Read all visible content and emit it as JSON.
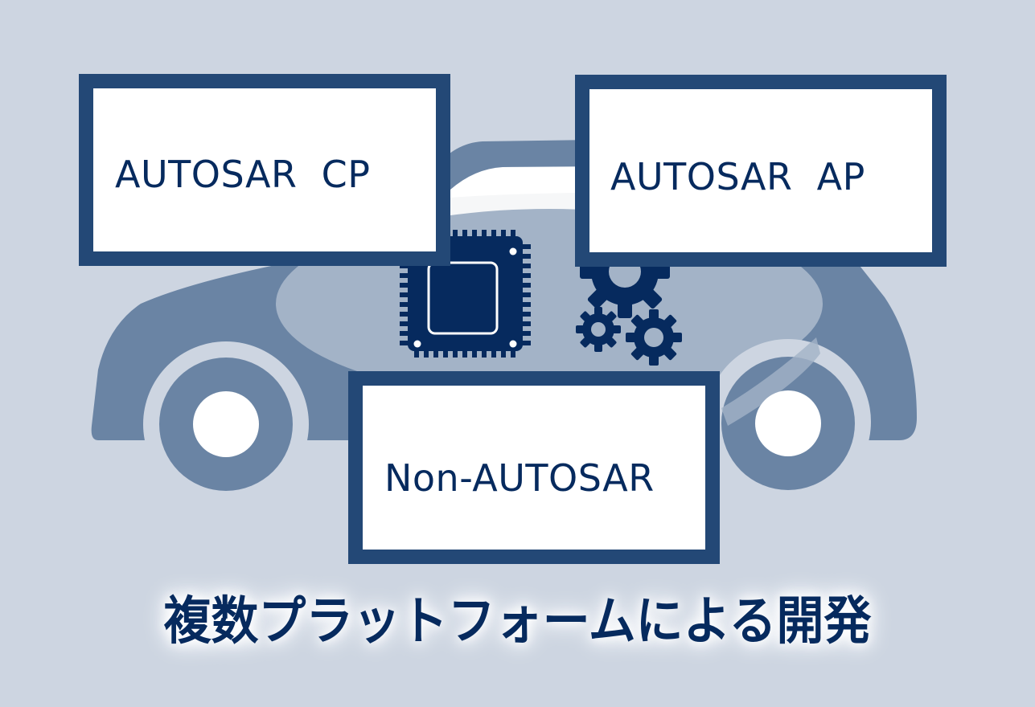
{
  "colors": {
    "background": "#cdd5e1",
    "car_body": "#6a84a4",
    "car_window": "#a3b3c7",
    "car_roof_highlight": "#ffffff",
    "box_border": "#234876",
    "box_fill": "#ffffff",
    "text": "#062a5e",
    "icon": "#062a5e"
  },
  "boxes": {
    "cp": {
      "label": "AUTOSAR  CP"
    },
    "ap": {
      "label": "AUTOSAR  AP"
    },
    "non": {
      "label": "Non-AUTOSAR"
    }
  },
  "icons": {
    "chip": "microchip-icon",
    "gears": "gears-icon",
    "car": "car-illustration"
  },
  "caption": "複数プラットフォームによる開発"
}
